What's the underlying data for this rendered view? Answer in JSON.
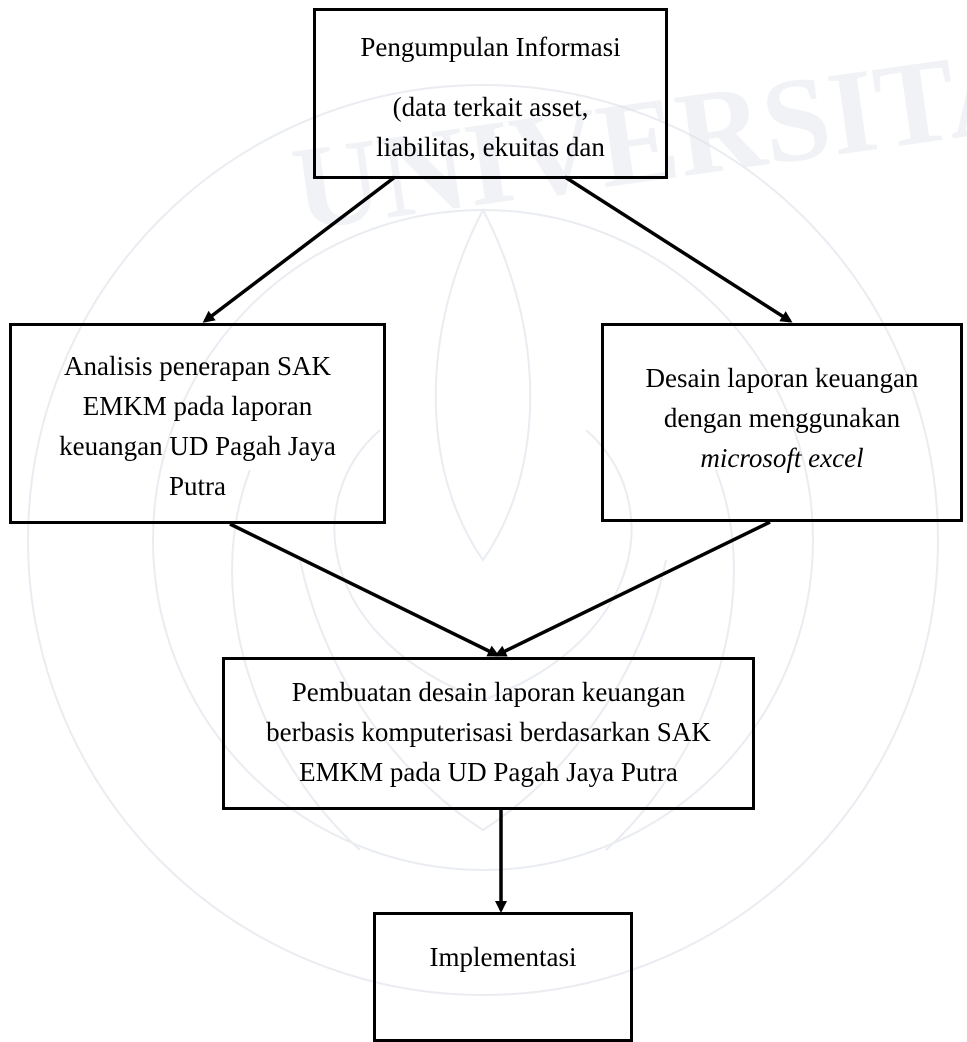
{
  "diagram": {
    "nodes": {
      "info": {
        "title": "Pengumpulan Informasi",
        "lines": [
          "(data terkait asset,",
          "liabilitas, ekuitas dan"
        ]
      },
      "analisis": {
        "lines": [
          "Analisis penerapan SAK",
          "EMKM pada laporan",
          "keuangan UD Pagah Jaya",
          "Putra"
        ]
      },
      "desain": {
        "lines": [
          "Desain laporan keuangan",
          "dengan menggunakan"
        ],
        "italic_line": "microsoft excel"
      },
      "pembuatan": {
        "lines": [
          "Pembuatan desain laporan keuangan",
          "berbasis komputerisasi berdasarkan SAK",
          "EMKM pada UD Pagah Jaya Putra"
        ]
      },
      "implementasi": {
        "label": "Implementasi"
      }
    },
    "edges": [
      {
        "from": "info",
        "to": "analisis"
      },
      {
        "from": "info",
        "to": "desain"
      },
      {
        "from": "analisis",
        "to": "pembuatan"
      },
      {
        "from": "desain",
        "to": "pembuatan"
      },
      {
        "from": "pembuatan",
        "to": "implementasi"
      }
    ],
    "colors": {
      "stroke": "#000000",
      "background": "#ffffff",
      "watermark": "#d8dde6"
    }
  }
}
